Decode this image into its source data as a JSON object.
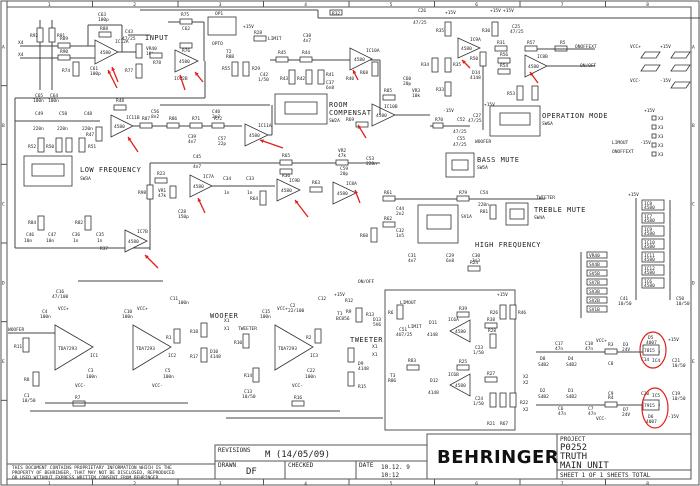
{
  "document": {
    "type": "electronic schematic",
    "manufacturer": "BEHRINGER",
    "grid": {
      "columns": [
        "1",
        "2",
        "3",
        "4",
        "5",
        "6",
        "7",
        "8"
      ],
      "rows": [
        "A",
        "B",
        "C",
        "D",
        "E"
      ]
    }
  },
  "title_block": {
    "revisions_label": "REVISIONS",
    "revision_value": "M (14/05/09)",
    "drawn_label": "DRAWN",
    "drawn_value": "DF",
    "checked_label": "CHECKED",
    "date_label": "DATE",
    "date_value": "10.12. 9",
    "time_value": "10:12",
    "logo_text": "BEHRINGER",
    "project_label": "PROJECT",
    "project_number": "P0252",
    "project_name": "TRUTH",
    "project_subtitle": "MAIN UNIT",
    "sheet_text": "SHEET 1   OF 1   SHEETS TOTAL",
    "disclaimer": [
      "THIS DOCUMENT CONTAINS PROPRIETARY INFORMATION WHICH IS THE",
      "PROPERTY OF BEHRINGER, THAT MAY NOT BE DISCLOSED, REPRODUCED",
      "OR USED WITHOUT EXPRESS WRITTEN CONSENT FROM BEHRINGER"
    ]
  },
  "blocks": {
    "input": "INPUT",
    "room_comp_1": "ROOM",
    "room_comp_2": "COMPENSATION",
    "room_comp_sw": "SW2A",
    "low_freq": "LOW FREQUENCY",
    "low_freq_sw": "SW3A",
    "operation_mode": "OPERATION MODE",
    "operation_mode_sw": "SW6A",
    "bass_mute": "BASS MUTE",
    "bass_mute_sw": "SW5A",
    "treble_mute": "TREBLE MUTE",
    "treble_mute_sw": "SW4A",
    "high_freq": "HIGH FREQUENCY",
    "high_freq_sw": "SV1A",
    "woofer": "WOOFER",
    "tweeter": "TWEETER"
  },
  "nets": {
    "limit": "LIMIT",
    "limout": "LIMOUT",
    "onoffext": "ONOFFEXT",
    "onoff": "ON/OFF",
    "woofer": "WOOFER",
    "tweeter": "TWEETER",
    "p15v": "+15V",
    "m15v": "-15V",
    "vccp": "VCC+",
    "vccm": "VCC-"
  },
  "opamps": [
    {
      "ref": "IC12A",
      "part": "4580"
    },
    {
      "ref": "IC12B",
      "part": "4580"
    },
    {
      "ref": "IC10A",
      "part": "4580"
    },
    {
      "ref": "IC10B",
      "part": "4580"
    },
    {
      "ref": "IC11B",
      "part": "4580"
    },
    {
      "ref": "IC11A",
      "part": "4580"
    },
    {
      "ref": "IC7A",
      "part": "4580"
    },
    {
      "ref": "IC9B",
      "part": "4580"
    },
    {
      "ref": "IC8A",
      "part": "4580"
    },
    {
      "ref": "IC7B",
      "part": "4580"
    },
    {
      "ref": "IC8B",
      "part": "4580"
    },
    {
      "ref": "IC9A",
      "part": "4580"
    },
    {
      "ref": "IC6A",
      "part": "4580"
    },
    {
      "ref": "IC6B",
      "part": "4580"
    }
  ],
  "power_amps": [
    {
      "ref": "IC1",
      "part": "TDA7293"
    },
    {
      "ref": "IC2",
      "part": "TDA7293"
    },
    {
      "ref": "IC3",
      "part": "TDA7293"
    }
  ],
  "regulators": [
    {
      "ref": "IC4",
      "part": "MC7815"
    },
    {
      "ref": "IC5",
      "part": "MC7915"
    }
  ],
  "components": {
    "resistors": [
      "R92",
      "R91",
      "R89",
      "R90",
      "R74",
      "R77",
      "R75",
      "R76",
      "R78",
      "R88",
      "R55",
      "R29",
      "R28",
      "R45",
      "R44",
      "R43",
      "R42",
      "R41",
      "R40",
      "R48",
      "R52",
      "R50",
      "R49",
      "R51",
      "R47",
      "R87",
      "R86",
      "R71",
      "R72",
      "R23",
      "R98",
      "R65",
      "R36",
      "R84",
      "R82",
      "R64",
      "R63",
      "R32",
      "R35",
      "R34",
      "R30",
      "R33",
      "R31",
      "R57",
      "R5",
      "R56",
      "R54",
      "R53",
      "R85",
      "R69",
      "R70",
      "R61",
      "R62",
      "R60",
      "R81",
      "R24",
      "R11",
      "R7",
      "R8",
      "R1",
      "R18",
      "R17",
      "R16",
      "R14",
      "R15",
      "R2",
      "R12",
      "R9",
      "R13",
      "R6",
      "R83",
      "R39",
      "R38",
      "R26",
      "R46",
      "R20",
      "R25",
      "R27",
      "R21",
      "R67",
      "R22",
      "R3",
      "R4"
    ],
    "capacitors": [
      "C63",
      "C43",
      "C62",
      "C61",
      "C65",
      "C64",
      "C38",
      "C42",
      "C37",
      "C49",
      "C58",
      "C48",
      "C56",
      "C40",
      "C39",
      "C57",
      "C45",
      "C34",
      "C33",
      "C28",
      "C59",
      "C46",
      "C47",
      "C36",
      "C35",
      "C26",
      "C25",
      "C60",
      "C27",
      "C52",
      "C55",
      "C53",
      "C44",
      "C32",
      "C54",
      "C31",
      "C29",
      "C30",
      "C16",
      "C4",
      "C1",
      "C3",
      "C10",
      "C5",
      "C11",
      "C15",
      "C2",
      "C12",
      "C13",
      "C22",
      "C51",
      "C23",
      "C24",
      "C17",
      "C18",
      "C6",
      "C7",
      "C8",
      "C9",
      "C14",
      "C20",
      "C21",
      "C19",
      "C41",
      "C50"
    ],
    "diodes": [
      "D14",
      "D10",
      "D9",
      "D13",
      "D11",
      "D12",
      "D8",
      "D4",
      "D2",
      "D1",
      "D3",
      "D7",
      "D5",
      "D6"
    ],
    "transistors": [
      "T1",
      "T2",
      "T3"
    ],
    "trimmers": [
      "VR40",
      "VR1",
      "VR2",
      "VR3"
    ],
    "optocoupler": "OP1",
    "connectors": [
      "X1",
      "X2",
      "X3",
      "X4"
    ]
  },
  "annotations": {
    "arrow_count": 14,
    "circled": [
      "IC4",
      "IC5"
    ],
    "annotation_color": "#e0201a"
  }
}
